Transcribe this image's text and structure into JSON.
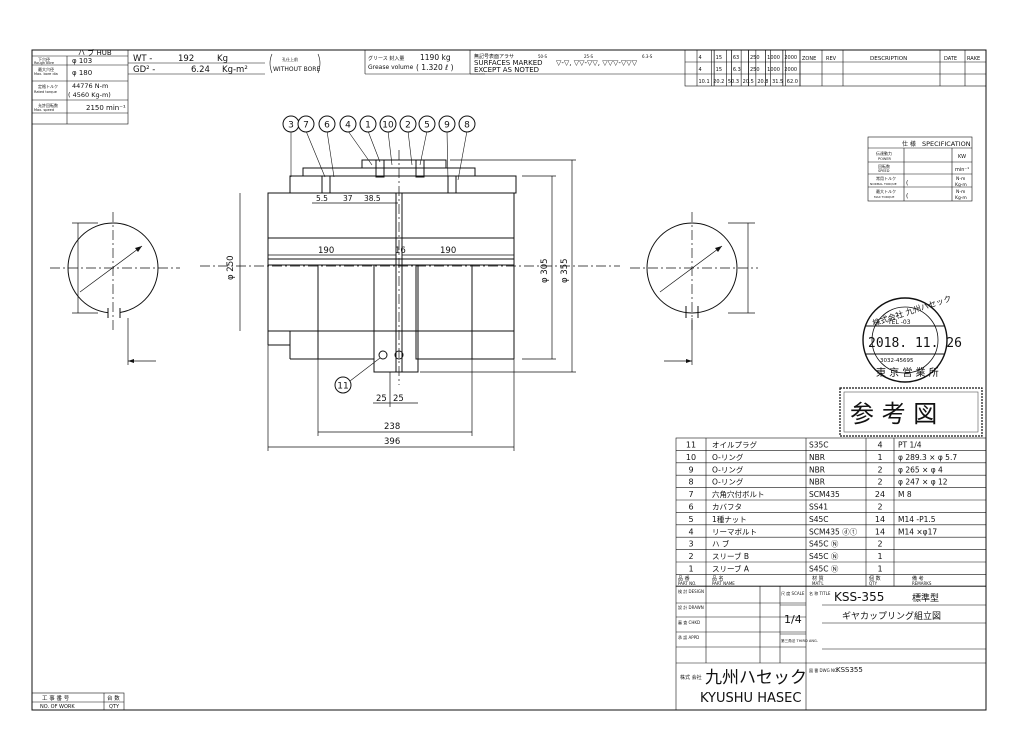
{
  "header": {
    "hub_label": "ハ ブ HUB",
    "rough_bore_jp": "下穴径",
    "rough_bore_en": "Rough bore",
    "rough_bore_val": "φ 103",
    "max_bore_jp": "最大穴径",
    "max_bore_en": "Max. bore dia",
    "max_bore_val": "φ 180",
    "rated_torque_jp": "定格トルク",
    "rated_torque_en": "Rated torque",
    "rated_torque_val1": "44776 N-m",
    "rated_torque_val2": "( 4560 Kg-m)",
    "max_speed_jp": "允許回転数",
    "max_speed_en": "Max. speed",
    "max_speed_val": "2150 min⁻¹",
    "wt_label": "WT -",
    "wt_val": "192",
    "wt_unit": "Kg",
    "gd_label": "GD² -",
    "gd_val": "6.24",
    "gd_unit": "Kg-m²",
    "without_bore_jp": "孔仕上前",
    "without_bore_en": "WITHOUT BORE",
    "grease_jp": "グリース 封入量",
    "grease_en": "Grease volume",
    "grease_val1": "1190 kg",
    "grease_val2": "( 1.320 ℓ )",
    "surface_jp": "無記号表面アラサ",
    "surface_en1": "SURFACES MARKED",
    "surface_en2": "EXCEPT AS NOTED",
    "surface_marks": "▽-▽, ▽▽-▽▽, ▽▽▽-▽▽▽",
    "surface_grades": [
      "50-S",
      "25-S",
      "6.3-S"
    ],
    "tol_row1": [
      "4",
      "15",
      "63",
      "250",
      "1000",
      "2000"
    ],
    "tol_row2": [
      "4",
      "15",
      "6.3",
      "250",
      "1000",
      "2000"
    ],
    "tol_row3": [
      "10.1",
      "20.2",
      "50.3",
      "20.5",
      "20.8",
      "31.5",
      "62.0"
    ],
    "zone_label": "ZONE",
    "rev_label": "REV",
    "desc_label": "DESCRIPTION",
    "date_label": "DATE",
    "rake_label": "RAKE"
  },
  "drawing": {
    "balloons": [
      "3",
      "7",
      "6",
      "4",
      "1",
      "10",
      "2",
      "5",
      "9",
      "8"
    ],
    "balloon_11": "11",
    "dims": {
      "d55": "5.5",
      "d37": "37",
      "d385": "38.5",
      "d190a": "190",
      "d16": "16",
      "d190b": "190",
      "dia250": "φ 250",
      "dia305": "φ 305",
      "dia355": "φ 355",
      "d25a": "25",
      "d25b": "25",
      "d238": "238",
      "d396": "396"
    }
  },
  "spec": {
    "title_jp": "仕 様",
    "title_en": "SPECIFICATION",
    "rows": [
      {
        "jp": "伝達動力",
        "en": "POWER",
        "unit": "KW"
      },
      {
        "jp": "回転数",
        "en": "SPEED",
        "unit": "min⁻¹"
      },
      {
        "jp": "常用トルク",
        "en": "NORMAL TORQUE",
        "unit": "N-m",
        "unit2": "Kg-m",
        "paren": "("
      },
      {
        "jp": "最大トルク",
        "en": "MAX TORQUE",
        "unit": "N-m",
        "unit2": "Kg-m",
        "paren": "("
      }
    ]
  },
  "stamp": {
    "top": "株式会社 九州ハセック",
    "tel": "TEL -03",
    "date": "2018. 11. 26",
    "code": "3032-45695",
    "bottom": "東 京 営 業 所",
    "ref": "参  考  図"
  },
  "parts": {
    "rows": [
      {
        "no": "11",
        "name": "オイルプラグ",
        "mat": "S35C",
        "qty": "4",
        "rem": "PT 1/4"
      },
      {
        "no": "10",
        "name": "O-リング",
        "mat": "NBR",
        "qty": "1",
        "rem": "φ 289.3  × φ 5.7"
      },
      {
        "no": "9",
        "name": "O-リング",
        "mat": "NBR",
        "qty": "2",
        "rem": "φ 265    × φ 4"
      },
      {
        "no": "8",
        "name": "O-リング",
        "mat": "NBR",
        "qty": "2",
        "rem": "φ 247    × φ 12"
      },
      {
        "no": "7",
        "name": "六角穴付ボルト",
        "mat": "SCM435",
        "qty": "24",
        "rem": "M 8"
      },
      {
        "no": "6",
        "name": "カバフタ",
        "mat": "SS41",
        "qty": "2",
        "rem": ""
      },
      {
        "no": "5",
        "name": "1種ナット",
        "mat": "S45C",
        "qty": "14",
        "rem": "M14  -P1.5"
      },
      {
        "no": "4",
        "name": "リーマボルト",
        "mat": "SCM435 ⓓⓣ",
        "qty": "14",
        "rem": "M14 ×φ17"
      },
      {
        "no": "3",
        "name": "ハ ブ",
        "mat": "S45C Ⓝ",
        "qty": "2",
        "rem": ""
      },
      {
        "no": "2",
        "name": "スリーブ B",
        "mat": "S45C Ⓝ",
        "qty": "1",
        "rem": ""
      },
      {
        "no": "1",
        "name": "スリーブ A",
        "mat": "S45C Ⓝ",
        "qty": "1",
        "rem": ""
      }
    ],
    "head": {
      "no_jp": "品 番",
      "no_en": "PART NO.",
      "name_jp": "品          名",
      "name_en": "PART        NAME",
      "mat_jp": "材 質",
      "mat_en": "MAT'L",
      "qty_jp": "個 数",
      "qty_en": "QTY",
      "rem_jp": "備          考",
      "rem_en": "REMARKS"
    }
  },
  "title_block": {
    "checked_rows": [
      "検 討 DESIGN",
      "設 計 DRAWN",
      "審 査 CHKD",
      "承 認 APPD"
    ],
    "scale_label": "尺 度 SCALE",
    "scale_val": "1/4",
    "proj_label": "第三角法 THIRD ANG.",
    "title_label": "名 称 TITLE",
    "title_val": "KSS-355",
    "title_type": "標準型",
    "title_sub": "ギヤカップリング組立図",
    "company_kk": "株式 会社",
    "company_jp": "九州ハセック",
    "company_en": "KYUSHU HASEC",
    "dwg_label": "図 番 DWG NO.",
    "dwg_val": "KSS355",
    "bottom_left": [
      "工 事 番 号",
      "NO. OF WORK",
      "台 数",
      "QTY"
    ]
  }
}
